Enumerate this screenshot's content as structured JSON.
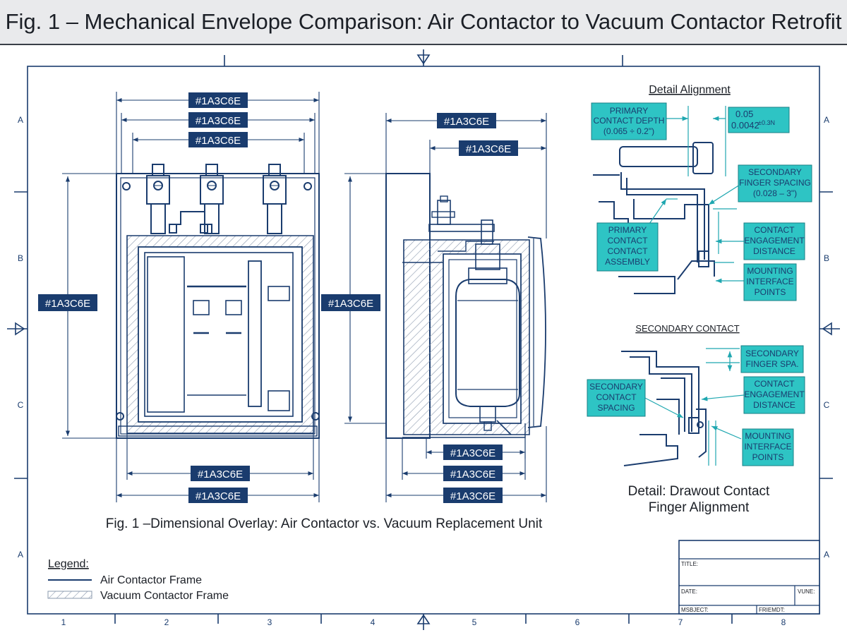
{
  "figure": {
    "title": "Fig. 1 – Mechanical Envelope Comparison: Air Contactor to Vacuum Contactor Retrofit",
    "caption": "Fig. 1 –Dimensional Overlay: Air Contactor vs. Vacuum Replacement Unit"
  },
  "dimension_label": "#1A3C6E",
  "colors": {
    "navy": "#1a3c6e",
    "line": "#1a3c6e",
    "teal": "#2ec4c4",
    "teal_line": "#1fa7b0",
    "hatch": "#8a98ad"
  },
  "border": {
    "rows": [
      "A",
      "B",
      "C",
      "A"
    ],
    "cols": [
      "1",
      "2",
      "3",
      "4",
      "5",
      "6",
      "7",
      "8"
    ]
  },
  "detail_top": {
    "title": "Detail Alignment",
    "primary_depth": [
      "PRIMARY",
      "CONTACT DEPTH",
      "(0.065 ÷ 0.2\")"
    ],
    "tolerance_value": "0.05",
    "tolerance_value2": "0.0042",
    "tolerance_sup": "±0.3N",
    "secondary_spacing": [
      "SECONDARY",
      "FINGER SPACING",
      "(0.028 – 3\")"
    ],
    "primary_assembly": [
      "PRIMARY",
      "CONTACT",
      "CONTACT",
      "ASSEMBLY"
    ],
    "engagement": [
      "CONTACT",
      "ENGAGEMENT",
      "DISTANCE"
    ],
    "mounting": [
      "MOUNTING",
      "INTERFACE",
      "POINTS"
    ]
  },
  "detail_bottom": {
    "title": "SECONDARY CONTACT",
    "finger": [
      "SECONDARY",
      "FINGER SPA."
    ],
    "spacing": [
      "SECONDARY",
      "CONTACT",
      "SPACING"
    ],
    "engagement": [
      "CONTACT",
      "ENGAGEMENT",
      "DISTANCE"
    ],
    "mounting": [
      "MOUNTING",
      "INTERFACE",
      "POINTS"
    ]
  },
  "detail_caption": [
    "Detail: Drawout Contact",
    "Finger Alignment"
  ],
  "legend": {
    "title": "Legend:",
    "items": [
      "Air Contactor Frame",
      "Vacuum Contactor Frame"
    ]
  },
  "title_block": {
    "title": "TITLE:",
    "date": "DATE:",
    "vune": "VUNE:",
    "subject": "MSBJECT:",
    "friend": "FRIEMDT:"
  }
}
